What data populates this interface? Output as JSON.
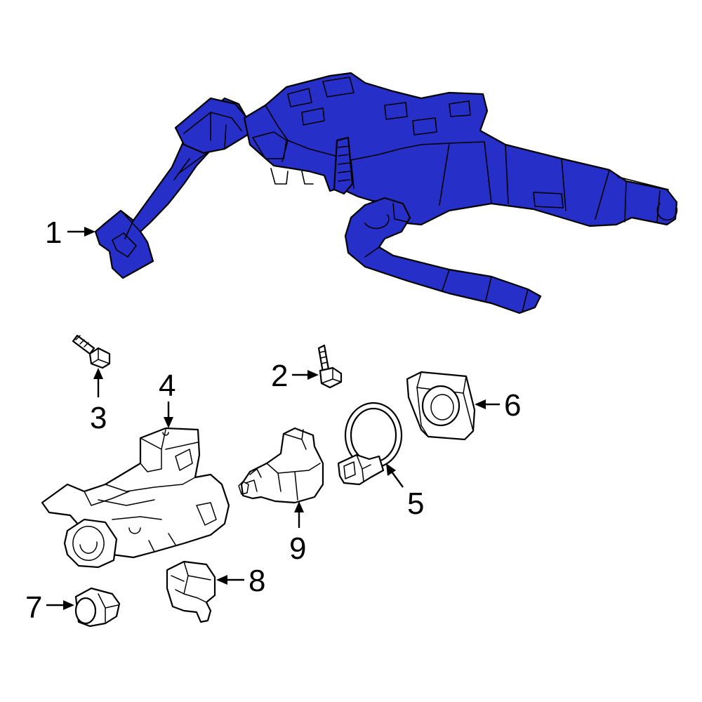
{
  "colors": {
    "highlight": "#2630c8",
    "outline": "#000000",
    "background": "#ffffff"
  },
  "callouts": [
    {
      "id": "1",
      "label": "1"
    },
    {
      "id": "2",
      "label": "2"
    },
    {
      "id": "3",
      "label": "3"
    },
    {
      "id": "4",
      "label": "4"
    },
    {
      "id": "5",
      "label": "5"
    },
    {
      "id": "6",
      "label": "6"
    },
    {
      "id": "7",
      "label": "7"
    },
    {
      "id": "8",
      "label": "8"
    },
    {
      "id": "9",
      "label": "9"
    }
  ]
}
